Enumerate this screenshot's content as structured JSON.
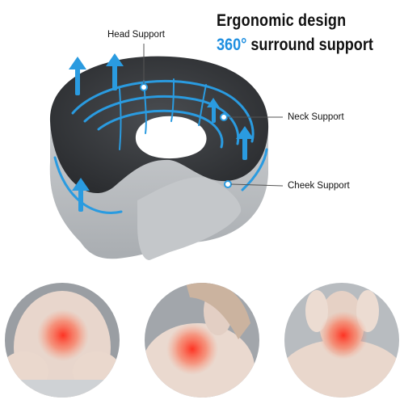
{
  "headline": {
    "line1": "Ergonomic design",
    "line2_accent": "360°",
    "line2_rest": " surround support"
  },
  "callouts": {
    "head": "Head Support",
    "neck": "Neck Support",
    "cheek": "Cheek Support"
  },
  "colors": {
    "accent": "#1f8fe0",
    "arrow": "#2a9be0",
    "pillow_top": "#3b3d40",
    "pillow_side": "#c9cccf",
    "pain_glow": "#ff3b2f"
  },
  "icons": [
    "up-arrow-icon",
    "up-arrow-icon",
    "up-arrow-icon",
    "up-arrow-icon",
    "up-arrow-icon"
  ],
  "photos": [
    "lower-back-pain-photo",
    "shoulder-pain-photo",
    "neck-pain-photo"
  ]
}
